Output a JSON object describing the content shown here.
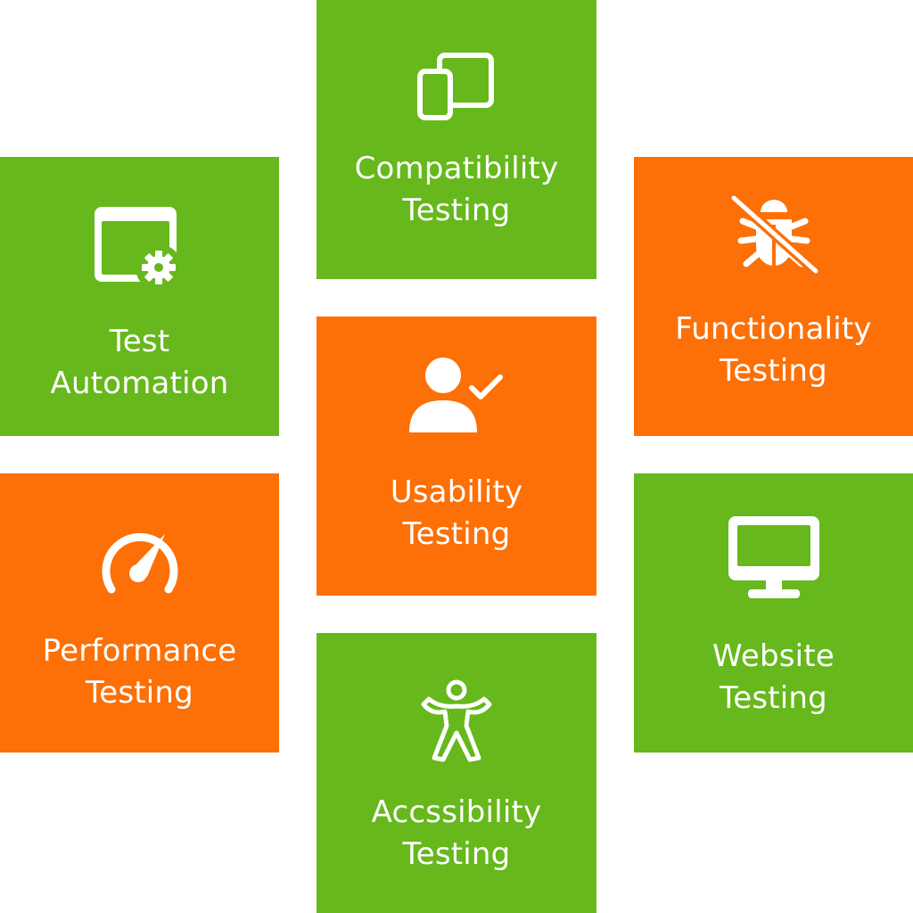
{
  "colors": {
    "green": "#66b81c",
    "orange": "#fc7007",
    "icon": "#ffffff",
    "background": "#ffffff"
  },
  "tiles": [
    {
      "id": "compatibility",
      "color": "green",
      "icon": "devices-icon",
      "line1": "Compatibility",
      "line2": "Testing"
    },
    {
      "id": "functionality",
      "color": "orange",
      "icon": "bug-slash-icon",
      "line1": "Functionality",
      "line2": "Testing"
    },
    {
      "id": "automation",
      "color": "green",
      "icon": "browser-gear-icon",
      "line1": "Test",
      "line2": "Automation"
    },
    {
      "id": "usability",
      "color": "orange",
      "icon": "user-check-icon",
      "line1": "Usability",
      "line2": "Testing"
    },
    {
      "id": "performance",
      "color": "orange",
      "icon": "speedometer-icon",
      "line1": "Performance",
      "line2": "Testing"
    },
    {
      "id": "website",
      "color": "green",
      "icon": "monitor-icon",
      "line1": "Website",
      "line2": "Testing"
    },
    {
      "id": "accessibility",
      "color": "green",
      "icon": "accessibility-icon",
      "line1": "Accssibility",
      "line2": "Testing"
    }
  ]
}
